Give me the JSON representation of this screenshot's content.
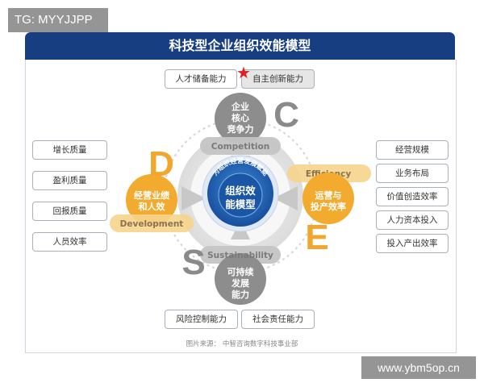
{
  "watermark_top": "TG: MYYJJPP",
  "watermark_bottom": "www.ybm5op.cn",
  "title": "科技型企业组织效能模型",
  "top_boxes": [
    "人才储备能力",
    "自主创新能力"
  ],
  "bottom_boxes": [
    "风险控制能力",
    "社会责任能力"
  ],
  "left_boxes": [
    "增长质量",
    "盈利质量",
    "回报质量",
    "人员效率"
  ],
  "right_boxes": [
    "经营规模",
    "业务布局",
    "价值创造效率",
    "人力资本投入",
    "投入产出效率"
  ],
  "center": {
    "line1": "组织效",
    "line2": "能模型",
    "arc_text": "为组织经营发展赋能"
  },
  "nodes": {
    "competition": {
      "letter": "C",
      "zh": [
        "企业",
        "核心",
        "竞争力"
      ],
      "en": "Competition"
    },
    "efficiency": {
      "letter": "E",
      "zh": [
        "运营与",
        "投产效率"
      ],
      "en": "Efficiency"
    },
    "sustainability": {
      "letter": "S",
      "zh": [
        "可持续",
        "发展",
        "能力"
      ],
      "en": "Sustainability"
    },
    "development": {
      "letter": "D",
      "zh": [
        "经营业绩",
        "和人效"
      ],
      "en": "Development"
    }
  },
  "source": "图片来源：  中智咨询数字科技事业部",
  "colors": {
    "title_bg": "#163e80",
    "center_dark": "#164b98",
    "center_mid": "#2d7fd0",
    "node_gray": "#8d8d8d",
    "node_orange": "#f2ab2e",
    "letter_orange": "#f2a62e",
    "letter_gray": "#8a8a8a",
    "star_red": "#e02020"
  }
}
